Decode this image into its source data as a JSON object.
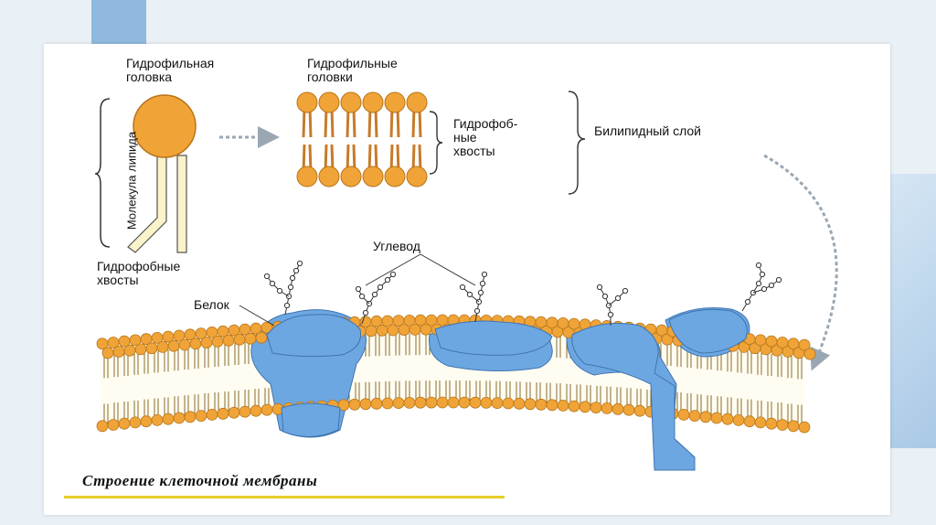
{
  "labels": {
    "hydrophilic_head": "Гидрофильная\nголовка",
    "hydrophilic_heads": "Гидрофильные\nголовки",
    "hydrophobic_tails_layer": "Гидрофоб-\nные\nхвосты",
    "bilipid_layer": "Билипидный слой",
    "lipid_molecule": "Молекула липида",
    "hydrophobic_tails": "Гидрофобные\nхвосты",
    "carbohydrate": "Углевод",
    "protein": "Белок"
  },
  "caption": "Строение клеточной мембраны",
  "colors": {
    "head": "#f0a437",
    "head_stroke": "#b87418",
    "tail": "#fbf3c9",
    "protein": "#6da7e2",
    "accent_line": "#e6cf2a"
  }
}
